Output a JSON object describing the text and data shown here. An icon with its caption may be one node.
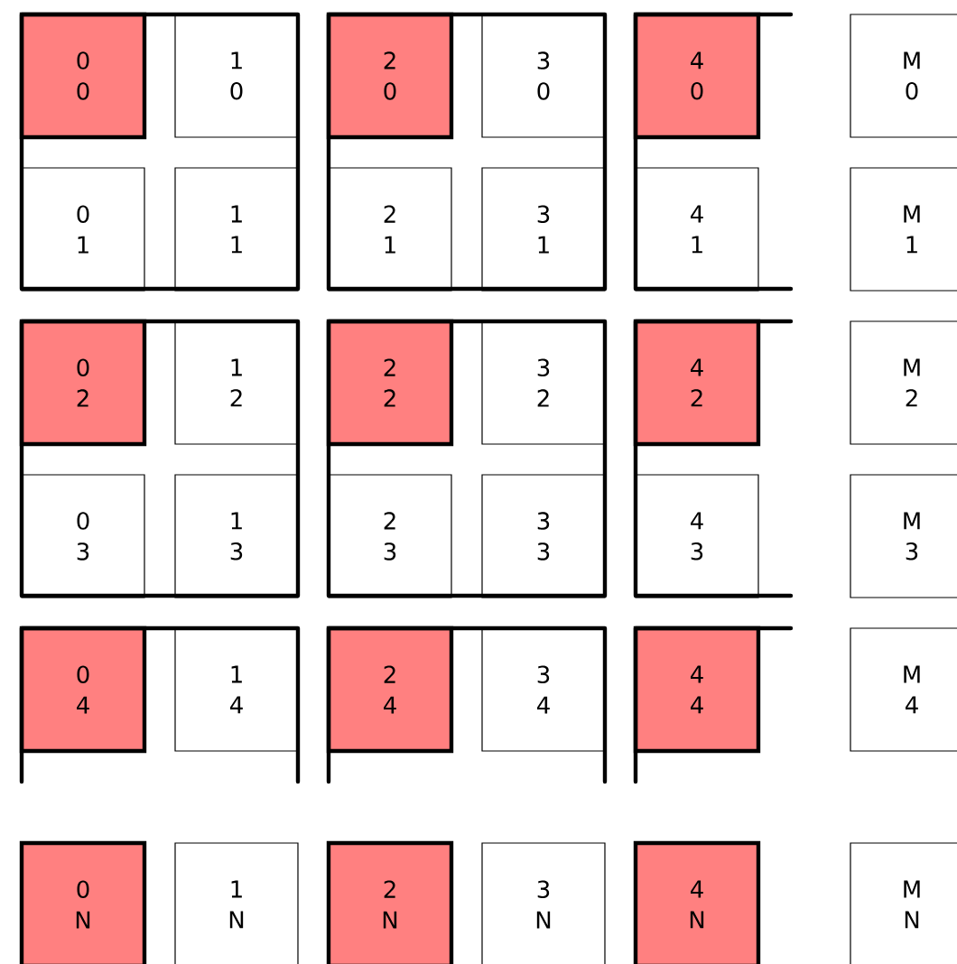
{
  "diagram": {
    "nodes": [
      {
        "text": [
          "0",
          "0"
        ]
      },
      {
        "text": [
          "1",
          "0"
        ]
      },
      {
        "text": [
          "2",
          "0"
        ]
      },
      {
        "text": [
          "3",
          "0"
        ]
      },
      {
        "text": [
          "4",
          "0"
        ]
      },
      {
        "text": [
          "M",
          "0"
        ]
      },
      {
        "text": [
          "0",
          "1"
        ]
      },
      {
        "text": [
          "1",
          "1"
        ]
      },
      {
        "text": [
          "2",
          "1"
        ]
      },
      {
        "text": [
          "3",
          "1"
        ]
      },
      {
        "text": [
          "4",
          "1"
        ]
      },
      {
        "text": [
          "M",
          "1"
        ]
      },
      {
        "text": [
          "0",
          "2"
        ]
      },
      {
        "text": [
          "1",
          "2"
        ]
      },
      {
        "text": [
          "2",
          "2"
        ]
      },
      {
        "text": [
          "3",
          "2"
        ]
      },
      {
        "text": [
          "4",
          "2"
        ]
      },
      {
        "text": [
          "M",
          "2"
        ]
      },
      {
        "text": [
          "0",
          "3"
        ]
      },
      {
        "text": [
          "1",
          "3"
        ]
      },
      {
        "text": [
          "2",
          "3"
        ]
      },
      {
        "text": [
          "3",
          "3"
        ]
      },
      {
        "text": [
          "4",
          "3"
        ]
      },
      {
        "text": [
          "M",
          "3"
        ]
      },
      {
        "text": [
          "0",
          "4"
        ]
      },
      {
        "text": [
          "1",
          "4"
        ]
      },
      {
        "text": [
          "2",
          "4"
        ]
      },
      {
        "text": [
          "3",
          "4"
        ]
      },
      {
        "text": [
          "4",
          "4"
        ]
      },
      {
        "text": [
          "M",
          "4"
        ]
      },
      {
        "text": [
          "0",
          "N"
        ]
      },
      {
        "text": [
          "1",
          "N"
        ]
      },
      {
        "text": [
          "2",
          "N"
        ]
      },
      {
        "text": [
          "3",
          "N"
        ]
      },
      {
        "text": [
          "4",
          "N"
        ]
      },
      {
        "text": [
          "M",
          "N"
        ]
      }
    ]
  }
}
